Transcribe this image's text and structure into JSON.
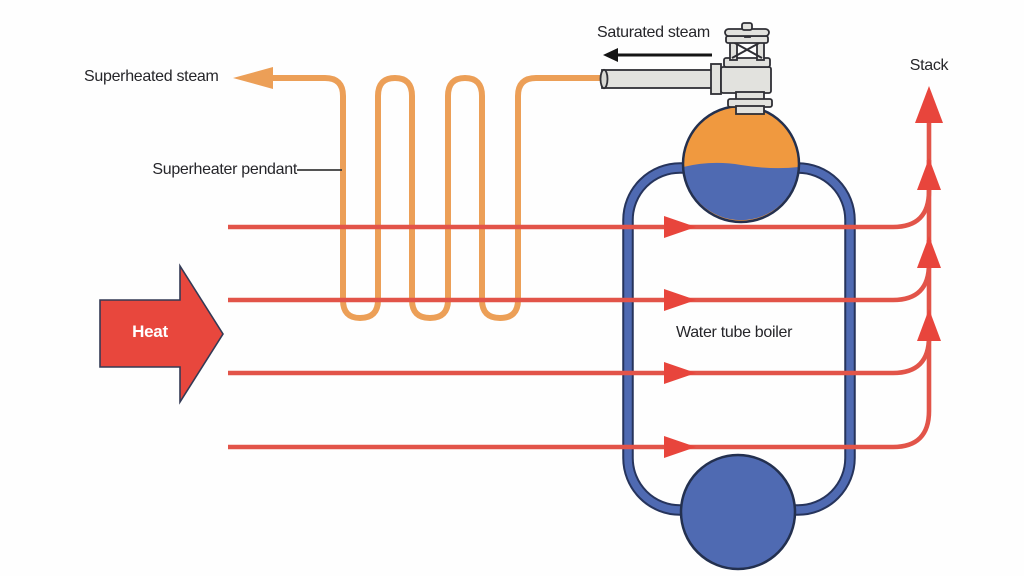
{
  "labels": {
    "superheated_steam": "Superheated steam",
    "superheater_pendant": "Superheater pendant",
    "saturated_steam": "Saturated steam",
    "stack": "Stack",
    "heat": "Heat",
    "water_tube_boiler": "Water tube boiler"
  },
  "colors": {
    "coil_orange": "#EC9F57",
    "steam_orange": "#F0993F",
    "water_blue": "#4F6AB2",
    "outline_navy": "#23304F",
    "heat_line_red": "#E25449",
    "arrow_red": "#E8453C",
    "heat_arrow_red": "#E8473D",
    "pipe_grey": "#E2E2DE",
    "black_ink": "#141414",
    "background": "#FEFEFE"
  }
}
